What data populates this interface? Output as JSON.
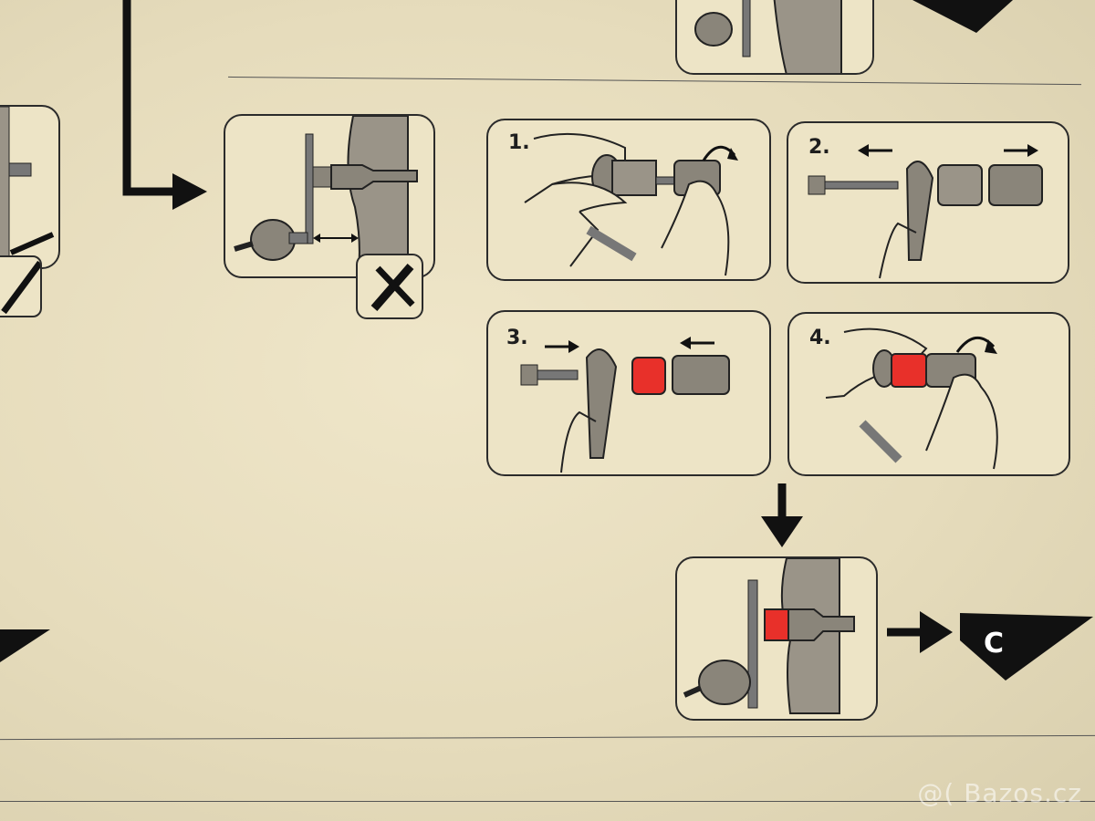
{
  "steps": [
    {
      "number": "1.",
      "action": "hold-and-rotate"
    },
    {
      "number": "2.",
      "action": "disassemble"
    },
    {
      "number": "3.",
      "action": "insert-red-spacer"
    },
    {
      "number": "4.",
      "action": "reassemble-and-rotate"
    }
  ],
  "next_section": {
    "label": "C"
  },
  "watermark": {
    "text": "@( Bazos.cz"
  },
  "colors": {
    "accent_red": "#e8302a",
    "line": "#222222",
    "paper": "#e9e0c2",
    "panel_grey": "#9a9488"
  },
  "icons": [
    "arrow-right-icon",
    "arrow-down-icon",
    "arrow-left-icon",
    "rotate-icon",
    "cross-icon",
    "double-arrow-icon"
  ]
}
